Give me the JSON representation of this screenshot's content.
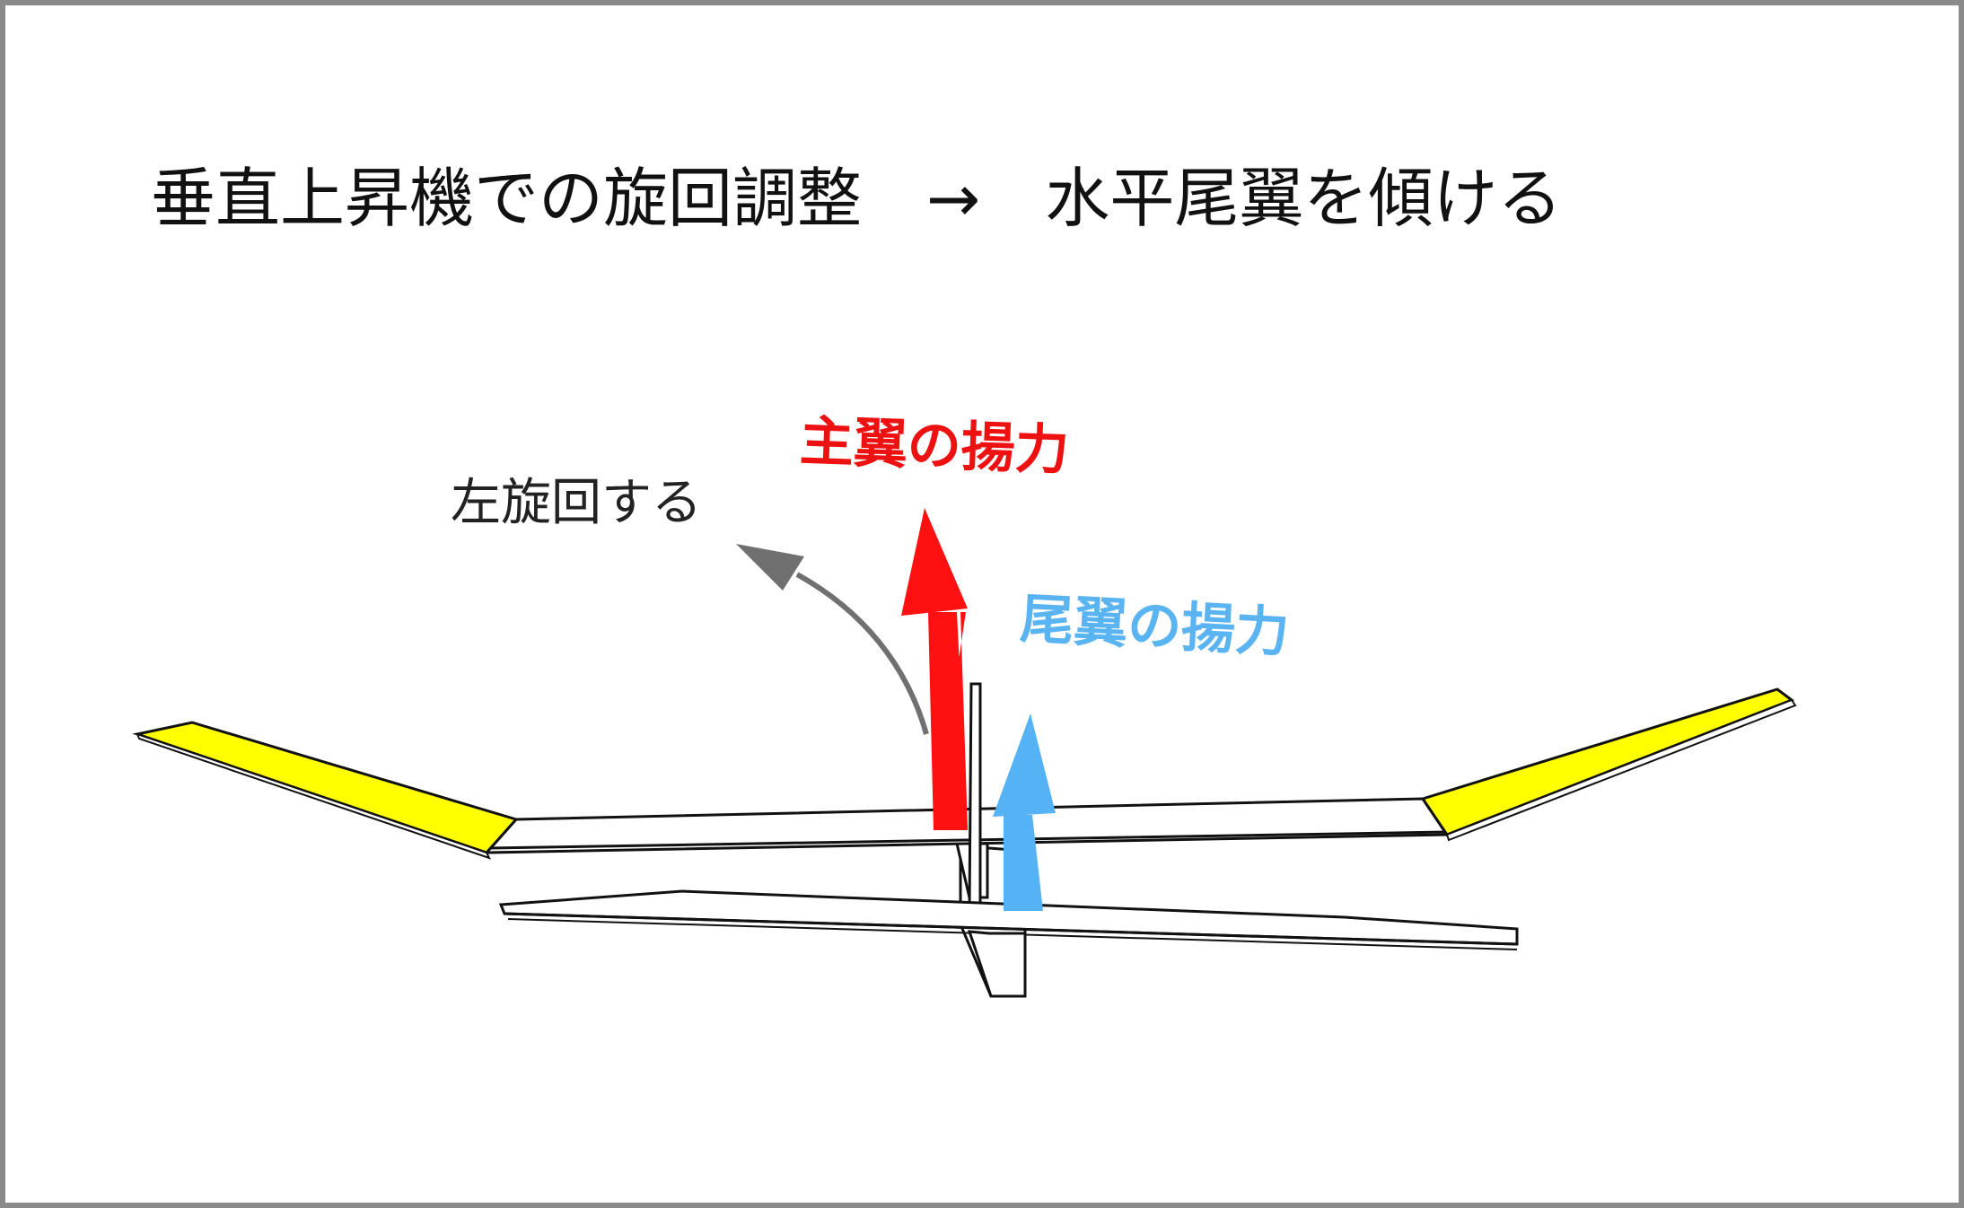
{
  "title": "垂直上昇機での旋回調整　→　水平尾翼を傾ける",
  "labels": {
    "main_lift": "主翼の揚力",
    "tail_lift": "尾翼の揚力",
    "turn": "左旋回する"
  },
  "colors": {
    "main_lift_arrow": "#ff1111",
    "tail_lift_arrow": "#55b3f5",
    "wingtip": "#ffff00",
    "turn_arrow": "#707070",
    "outline": "#111111"
  }
}
